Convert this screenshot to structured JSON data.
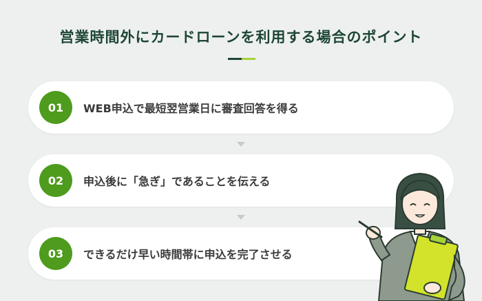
{
  "title": "営業時間外にカードローンを利用する場合のポイント",
  "colors": {
    "dark_green": "#1d4634",
    "accent_green": "#4e9b1d",
    "lime": "#a6d23a"
  },
  "steps": [
    {
      "number": "01",
      "text": "WEB申込で最短翌営業日に審査回答を得る"
    },
    {
      "number": "02",
      "text": "申込後に「急ぎ」であることを伝える"
    },
    {
      "number": "03",
      "text": "できるだけ早い時間帯に申込を完了させる"
    }
  ],
  "illustration": "businesswoman-with-clipboard"
}
